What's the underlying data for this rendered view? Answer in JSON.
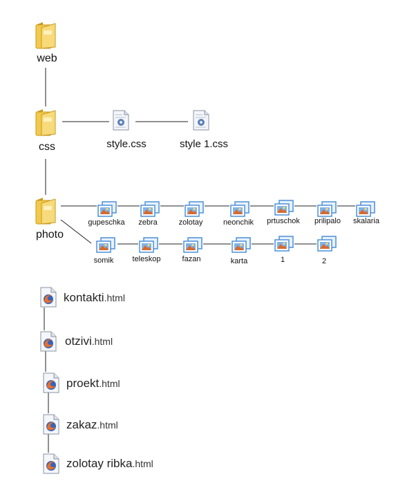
{
  "folders": {
    "web": "web",
    "css": "css",
    "photo": "photo"
  },
  "css_files": [
    "style.css",
    "style 1.css"
  ],
  "photo_row1": [
    "gupeschka",
    "zebra",
    "zolotay",
    "neonchik",
    "prtuschok",
    "prilipalo",
    "skalaria"
  ],
  "photo_row2": [
    "somik",
    "teleskop",
    "fazan",
    "karta",
    "1",
    "2"
  ],
  "html_files": [
    {
      "name": "kontakti",
      "ext": ".html"
    },
    {
      "name": "otzivi",
      "ext": ".html"
    },
    {
      "name": "proekt",
      "ext": ".html"
    },
    {
      "name": "zakaz",
      "ext": ".html"
    },
    {
      "name": "zolotay ribka",
      "ext": ".html"
    }
  ],
  "colors": {
    "folder": "#f2c94c",
    "folder_dark": "#c99a1e",
    "line": "#222222",
    "image_frame": "#4a90d9",
    "firefox": "#e8702a"
  },
  "icons": {
    "folder": "folder-icon",
    "css_file": "css-file-icon",
    "image_file": "image-file-icon",
    "html_file": "html-file-icon"
  }
}
